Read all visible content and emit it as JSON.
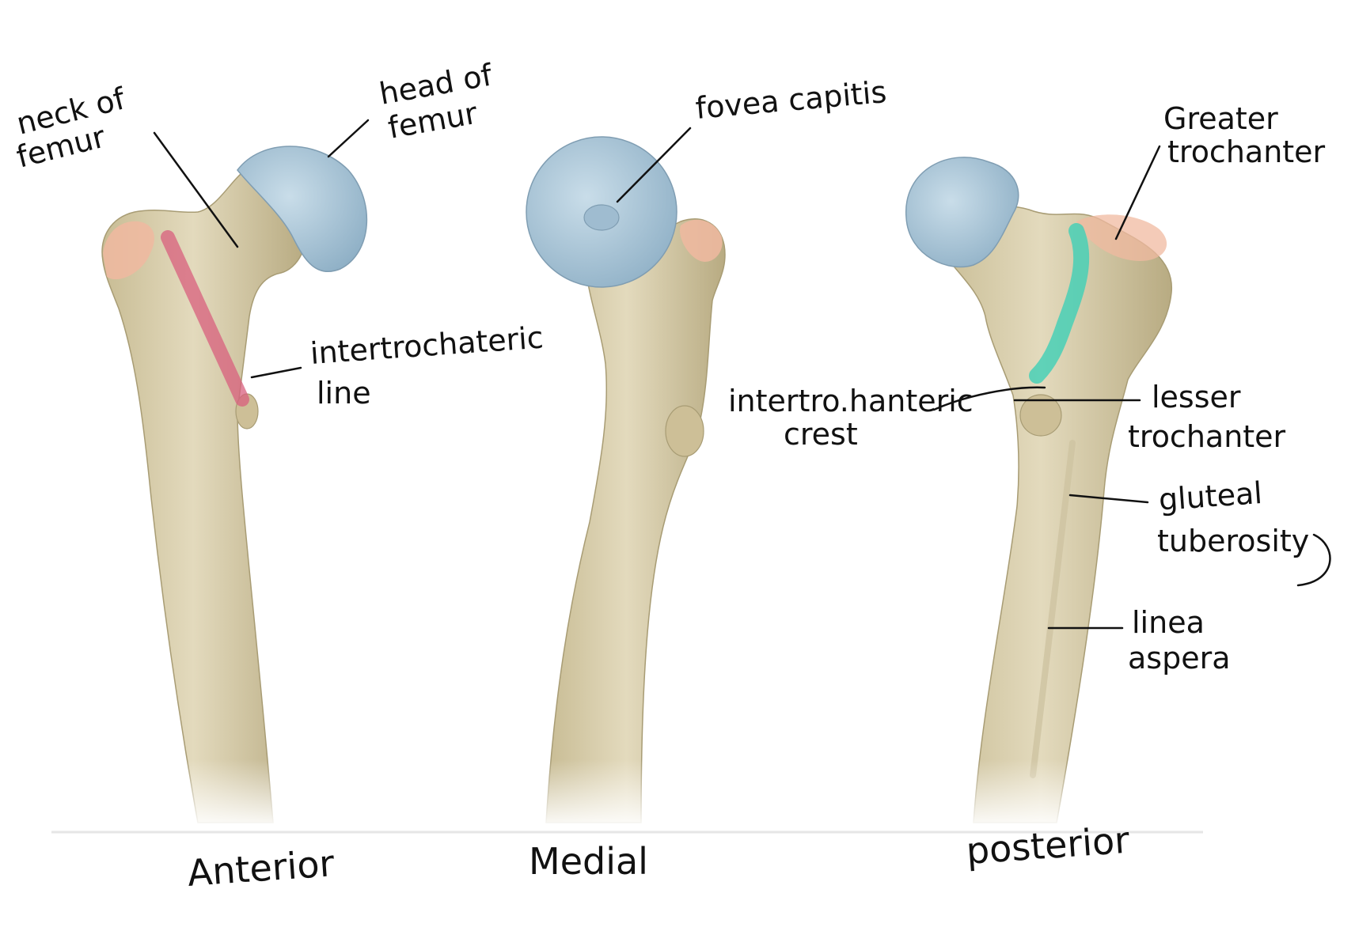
{
  "views": {
    "anterior": "Anterior",
    "medial": "Medial",
    "posterior": "posterior"
  },
  "labels": {
    "neck_of_femur": [
      "neck of",
      "femur"
    ],
    "head_of_femur": [
      "head of",
      "femur"
    ],
    "intertrochanteric_line": [
      "intertrochateric",
      "line"
    ],
    "fovea_capitis": "fovea capitis",
    "greater_trochanter": [
      "Greater",
      "trochanter"
    ],
    "intertrochanteric_crest": [
      "intertro.hanteric",
      "crest"
    ],
    "lesser_trochanter": [
      "lesser",
      "trochanter"
    ],
    "gluteal_tuberosity": [
      "gluteal",
      "tuberosity"
    ],
    "linea_aspera": [
      "linea",
      "aspera"
    ]
  },
  "colors": {
    "bone": "#d9cfae",
    "bone_shade": "#b9ad86",
    "head": "#a9c6d8",
    "cartilage": "#f0b9a0",
    "neck_highlight": "#d9607e",
    "crest_highlight": "#3fd0b6"
  }
}
